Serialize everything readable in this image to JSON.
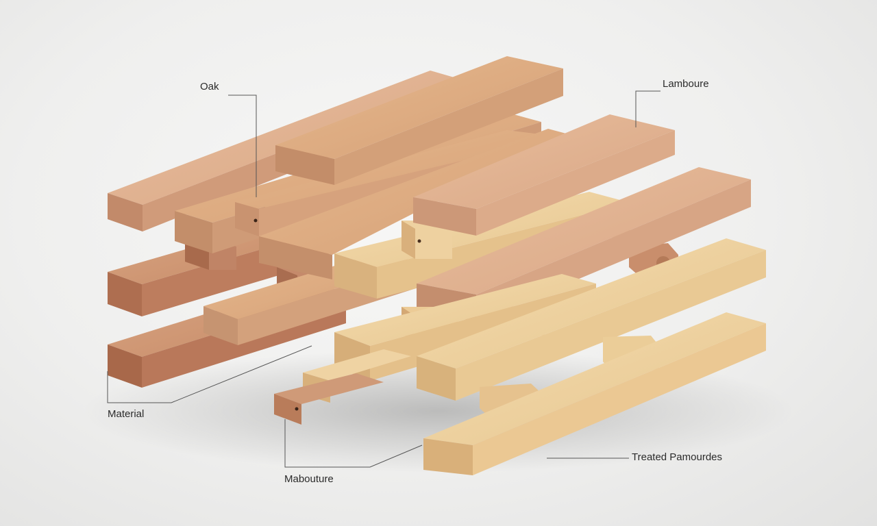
{
  "labels": {
    "oak": "Oak",
    "lamboure": "Lamboure",
    "material": "Material",
    "mabouture": "Mabouture",
    "treated": "Treated Pamourdes"
  },
  "colors": {
    "background": "#efefee",
    "dark_wood": "#b9785a",
    "medium_wood": "#cf9a72",
    "light_wood": "#e6c48e",
    "leader_line": "#555555"
  }
}
